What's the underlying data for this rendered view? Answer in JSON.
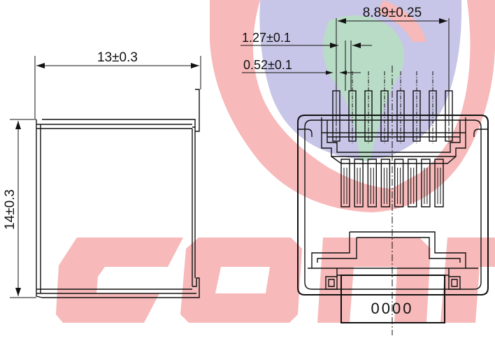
{
  "drawing": {
    "side_view": {
      "width_dim": "13±0.3",
      "height_dim": "14±0.3"
    },
    "front_view": {
      "pin_span_dim": "8.89±0.25",
      "pin_pitch_dim": "1.27±0.1",
      "pin_width_dim": "0.52±0.1",
      "pin_count": 8,
      "slot_code": "0000"
    }
  },
  "watermark": {
    "colors": {
      "red": "#f7b9b9",
      "blue": "#c7c6e8",
      "green": "#b9dcc6"
    }
  }
}
